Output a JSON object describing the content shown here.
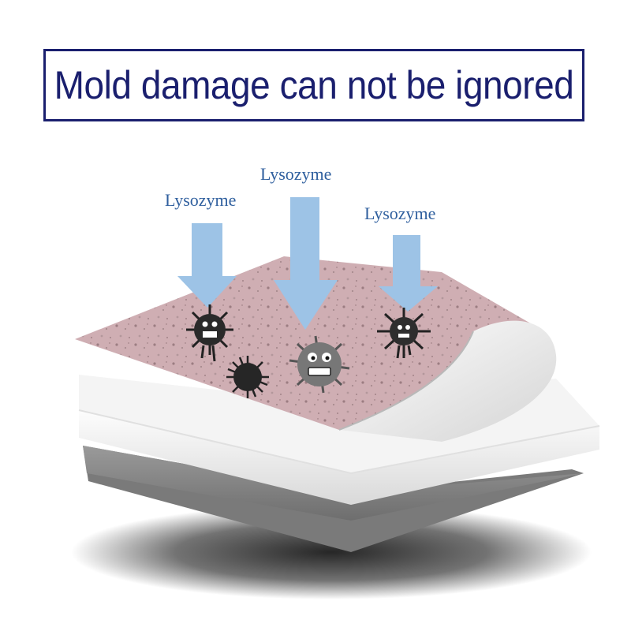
{
  "title": "Mold damage can not be ignored",
  "arrow_labels": [
    "Lysozyme",
    "Lysozyme",
    "Lysozyme"
  ],
  "colors": {
    "title": "#1a1f6e",
    "label": "#2f5f9e",
    "arrow": "#9dc3e6",
    "mold_surface": "#c9a8ad",
    "mold_spot": "#8c6f73",
    "white_layer": "#f2f2f2",
    "grey_layer": "#8c8c8c",
    "microbe": "#2a2a2a"
  }
}
